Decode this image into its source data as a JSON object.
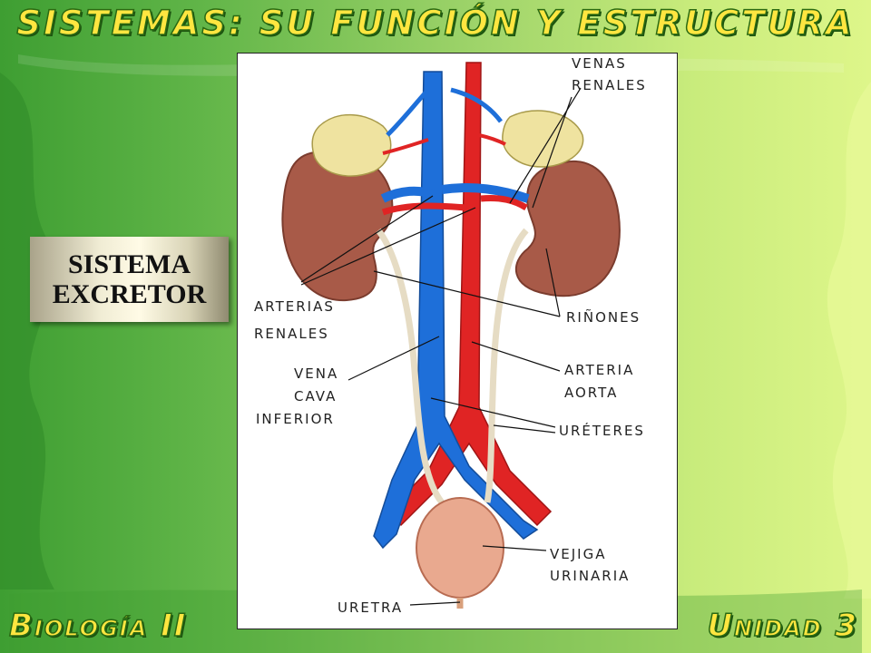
{
  "slide": {
    "title": "SISTEMAS: SU FUNCIÓN Y ESTRUCTURA",
    "footer_left": "Biología II",
    "footer_right": "Unidad 3"
  },
  "side_label": {
    "line1": "SISTEMA",
    "line2": "EXCRETOR"
  },
  "diagram": {
    "labels": {
      "venas_renales_1": "VENAS",
      "venas_renales_2": "RENALES",
      "arterias_renales_1": "ARTERIAS",
      "arterias_renales_2": "RENALES",
      "rinones": "RIÑONES",
      "vena_cava_1": "VENA",
      "vena_cava_2": "CAVA",
      "vena_cava_3": "INFERIOR",
      "arteria_aorta_1": "ARTERIA",
      "arteria_aorta_2": "AORTA",
      "ureteres": "URÉTERES",
      "vejiga_1": "VEJIGA",
      "vejiga_2": "URINARIA",
      "uretra": "URETRA"
    },
    "colors": {
      "vein": "#1e6fd9",
      "artery": "#e02424",
      "kidney": "#a85a48",
      "adrenal": "#efe3a0",
      "ureter": "#e6dcc4",
      "bladder": "#e9a98f"
    }
  }
}
